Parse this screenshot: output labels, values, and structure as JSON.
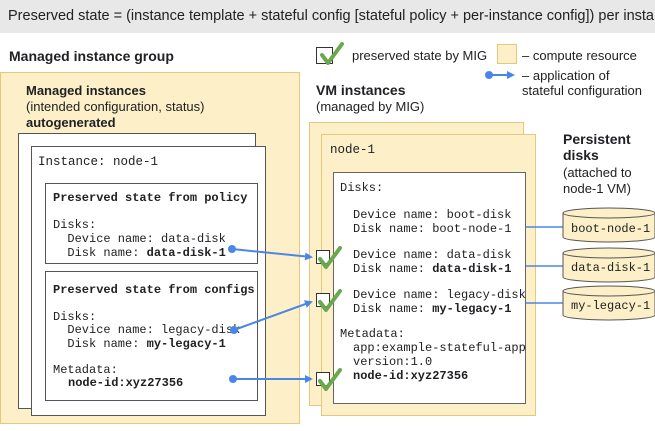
{
  "header": {
    "text": "Preserved state = (instance template + stateful config [stateful policy + per-instance config]) per instance"
  },
  "mig": {
    "title": "Managed instance group",
    "managed_instances_title": "Managed instances",
    "managed_instances_subtitle": "(intended configuration, status)",
    "managed_instances_note": "autogenerated",
    "instance_label": "Instance: node-1",
    "policy_box": {
      "title": "Preserved state from policy",
      "lines": [
        "Disks:",
        "  Device name: data-disk",
        "  Disk name: "
      ],
      "bold_value": "data-disk-1"
    },
    "configs_box": {
      "title": "Preserved state from configs",
      "disks_label": "Disks:",
      "device_line": "  Device name: legacy-disk",
      "disk_name_prefix": "  Disk name: ",
      "disk_name_value": "my-legacy-1",
      "metadata_label": "Metadata:",
      "metadata_value": "node-id:xyz27356"
    }
  },
  "legend": {
    "preserved": "preserved state by MIG",
    "compute": "– compute resource",
    "application_line1": "– application of",
    "application_line2": "stateful configuration"
  },
  "vm": {
    "title": "VM instances",
    "subtitle": "(managed by MIG)",
    "node_label": "node-1",
    "disks_label": "Disks:",
    "boot_device": "Device name: boot-disk",
    "boot_disk": "Disk name: boot-node-1",
    "data_device": "Device name: data-disk",
    "data_disk_prefix": "Disk name: ",
    "data_disk_value": "data-disk-1",
    "legacy_device": "Device name: legacy-disk",
    "legacy_disk_prefix": "Disk name: ",
    "legacy_disk_value": "my-legacy-1",
    "metadata_label": "Metadata:",
    "metadata_app": "app:example-stateful-app",
    "metadata_version": "version:1.0",
    "metadata_node": "node-id:xyz27356"
  },
  "persistent": {
    "title_line1": "Persistent",
    "title_line2": "disks",
    "note_line1": "(attached to",
    "note_line2": "node-1 VM)",
    "disks": [
      "boot-node-1",
      "data-disk-1",
      "my-legacy-1"
    ]
  },
  "colors": {
    "tan": "#fdf0c8",
    "tan_border": "#e5c87a",
    "arrow": "#4a86e8",
    "check": "#6aa84f"
  }
}
